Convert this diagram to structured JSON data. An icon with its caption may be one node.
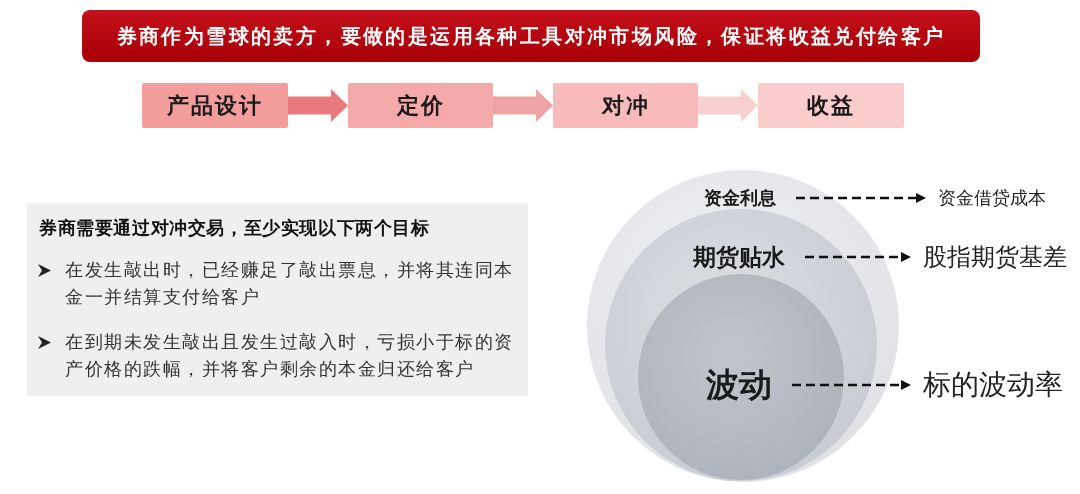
{
  "diagram": {
    "title": "券商作为雪球的卖方，要做的是运用各种工具对冲市场风险，保证将收益兑付给客户",
    "nodes": [
      {
        "text": [
          "产品设计"
        ]
      },
      {
        "text": [
          "定价"
        ]
      },
      {
        "text": [
          "对冲"
        ]
      },
      {
        "text": [
          "收益"
        ]
      },
      {
        "text": [
          "券商需要通过对冲交易，至少实现以下两个目标",
          "在发生敲出时，已经赚足了敲出票息，并将其连同本金一并结算支付给客户",
          "在到期未发生敲出且发生过敲入时，亏损小于标的资产价格的跌幅，并将客户剩余的本金归还给客户"
        ]
      },
      {
        "text": [
          "资金利息"
        ]
      },
      {
        "text": [
          "期货贴水"
        ],
        "in": 5
      },
      {
        "text": [
          "波动"
        ],
        "in": 6
      },
      {
        "text": [
          "资金借贷成本"
        ]
      },
      {
        "text": [
          "股指期货基差"
        ]
      },
      {
        "text": [
          "标的波动率"
        ]
      }
    ],
    "edges": [
      {
        "from": 0,
        "to": 1,
        "arrow": "to",
        "style": "thick",
        "color": "#e8797c"
      },
      {
        "from": 1,
        "to": 2,
        "arrow": "to",
        "style": "thick",
        "color": "#f0a3a4"
      },
      {
        "from": 2,
        "to": 3,
        "arrow": "to",
        "style": "thick",
        "color": "#f8d0d0"
      },
      {
        "from": 5,
        "to": 8,
        "arrow": "to",
        "style": "dashed"
      },
      {
        "from": 6,
        "to": 9,
        "arrow": "to",
        "style": "dashed"
      },
      {
        "from": 7,
        "to": 10,
        "arrow": "to",
        "style": "dashed"
      }
    ]
  }
}
